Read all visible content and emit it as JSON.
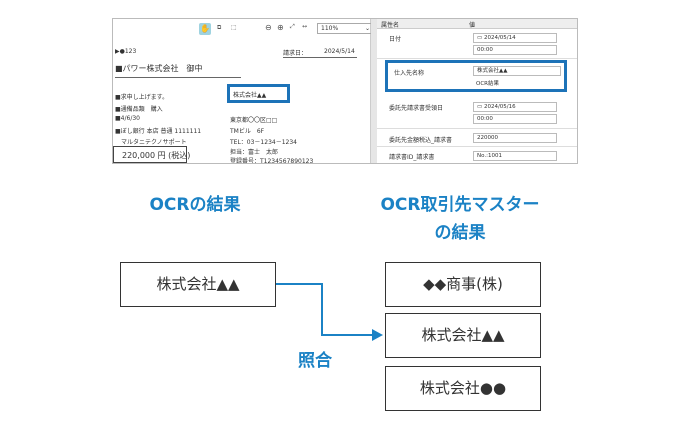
{
  "viewer": {
    "toolbar": {
      "zoom_level": "110%"
    },
    "document": {
      "invoice_no": "▶●123",
      "date_label": "請求日：",
      "date_value": "2024/5/14",
      "recipient": "■パワー株式会社　御中",
      "lines": [
        "■求申し上げます。",
        "■通備品類　購入",
        "■4/6/30",
        "■ぼし銀行 本店 普通 1111111",
        "　マルタニテクノサポート"
      ],
      "amount": "220,000 円 (税込)",
      "issuer": {
        "name": "株式会社▲▲",
        "address": "東京都〇〇区□□",
        "building": "TMビル　6F",
        "tel": "TEL：03－1234－1234",
        "person": "担当：富士　太郎",
        "reg": "登録番号：T1234567890123"
      }
    },
    "properties": {
      "col_name": "属性名",
      "col_value": "値",
      "rows": [
        {
          "label": "日付",
          "value": "2024/05/14",
          "time": "00:00"
        },
        {
          "label": "仕入先名称",
          "value": "株式会社▲▲",
          "note": "OCR結果"
        },
        {
          "label": "委託先請求書受領日",
          "value": "2024/05/16",
          "time": "00:00"
        },
        {
          "label": "委託先金額税込_請求書",
          "value": "220000"
        },
        {
          "label": "請求書ID_請求書",
          "value": "No.:1001"
        }
      ]
    }
  },
  "diagram": {
    "left_heading": "OCRの結果",
    "right_heading_1": "OCR取引先マスター",
    "right_heading_2": "の結果",
    "ocr_value": "株式会社▲▲",
    "match_label": "照合",
    "master": [
      "◆◆商事(株)",
      "株式会社▲▲",
      "株式会社●●"
    ],
    "accent": "#1b82c5"
  }
}
